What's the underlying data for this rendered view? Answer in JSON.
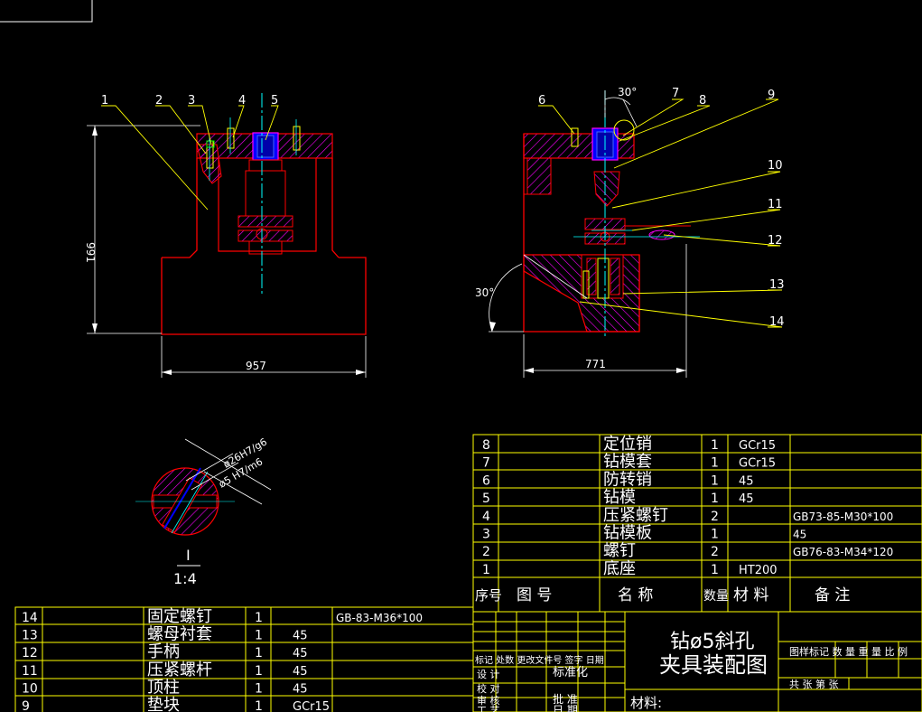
{
  "drawing": {
    "title_line1": "钻ø5斜孔",
    "title_line2": "夹具装配图",
    "material_label": "材料:",
    "view_label": "I",
    "view_scale": "1:4",
    "dimensions": {
      "height_front": "991",
      "width_front": "957",
      "width_side": "771",
      "angle_top": "30°",
      "angle_side": "30°",
      "detail_fit_1": "ø26H7/g6",
      "detail_fit_2": "ø5 H7/m6"
    },
    "callouts": [
      "1",
      "2",
      "3",
      "4",
      "5",
      "6",
      "7",
      "8",
      "9",
      "10",
      "11",
      "12",
      "13",
      "14"
    ]
  },
  "bom_header": {
    "seq": "序号",
    "drawing_no": "图 号",
    "name": "名 称",
    "qty": "数量",
    "material": "材 料",
    "remark": "备 注"
  },
  "bom_upper": [
    {
      "no": "8",
      "name": "定位销",
      "qty": "1",
      "material": "GCr15",
      "remark": ""
    },
    {
      "no": "7",
      "name": "钻模套",
      "qty": "1",
      "material": "GCr15",
      "remark": ""
    },
    {
      "no": "6",
      "name": "防转销",
      "qty": "1",
      "material": "45",
      "remark": ""
    },
    {
      "no": "5",
      "name": "钻模",
      "qty": "1",
      "material": "45",
      "remark": ""
    },
    {
      "no": "4",
      "name": "压紧螺钉",
      "qty": "2",
      "material": "",
      "remark": "GB73-85-M30*100"
    },
    {
      "no": "3",
      "name": "钻模板",
      "qty": "1",
      "material": "",
      "remark": "45"
    },
    {
      "no": "2",
      "name": "螺钉",
      "qty": "2",
      "material": "",
      "remark": "GB76-83-M34*120"
    },
    {
      "no": "1",
      "name": "底座",
      "qty": "1",
      "material": "HT200",
      "remark": ""
    }
  ],
  "bom_lower": [
    {
      "no": "14",
      "name": "固定螺钉",
      "qty": "1",
      "material": "",
      "remark": "GB-83-M36*100"
    },
    {
      "no": "13",
      "name": "螺母衬套",
      "qty": "1",
      "material": "45",
      "remark": ""
    },
    {
      "no": "12",
      "name": "手柄",
      "qty": "1",
      "material": "45",
      "remark": ""
    },
    {
      "no": "11",
      "name": "压紧螺杆",
      "qty": "1",
      "material": "45",
      "remark": ""
    },
    {
      "no": "10",
      "name": "顶柱",
      "qty": "1",
      "material": "45",
      "remark": ""
    },
    {
      "no": "9",
      "name": "垫块",
      "qty": "1",
      "material": "GCr15",
      "remark": ""
    }
  ],
  "title_block": {
    "revision_row": "标记 处数 更改文件号 签字 日期",
    "design": "设 计",
    "check": "校 对",
    "audit": "审 核",
    "process": "工 艺",
    "standard": "标准化",
    "approve": "批 准",
    "date": "日 期",
    "stage_header": "图样标记 数 量 重 量 比 例",
    "sheets": "共 张 第 张"
  },
  "colors": {
    "outline": "#ff0000",
    "hatch": "#ff00ff",
    "centerline": "#00ffff",
    "dimension": "#ffffff",
    "leader": "#ffff00",
    "table": "#ffff00",
    "bushing": "#0000ff"
  }
}
